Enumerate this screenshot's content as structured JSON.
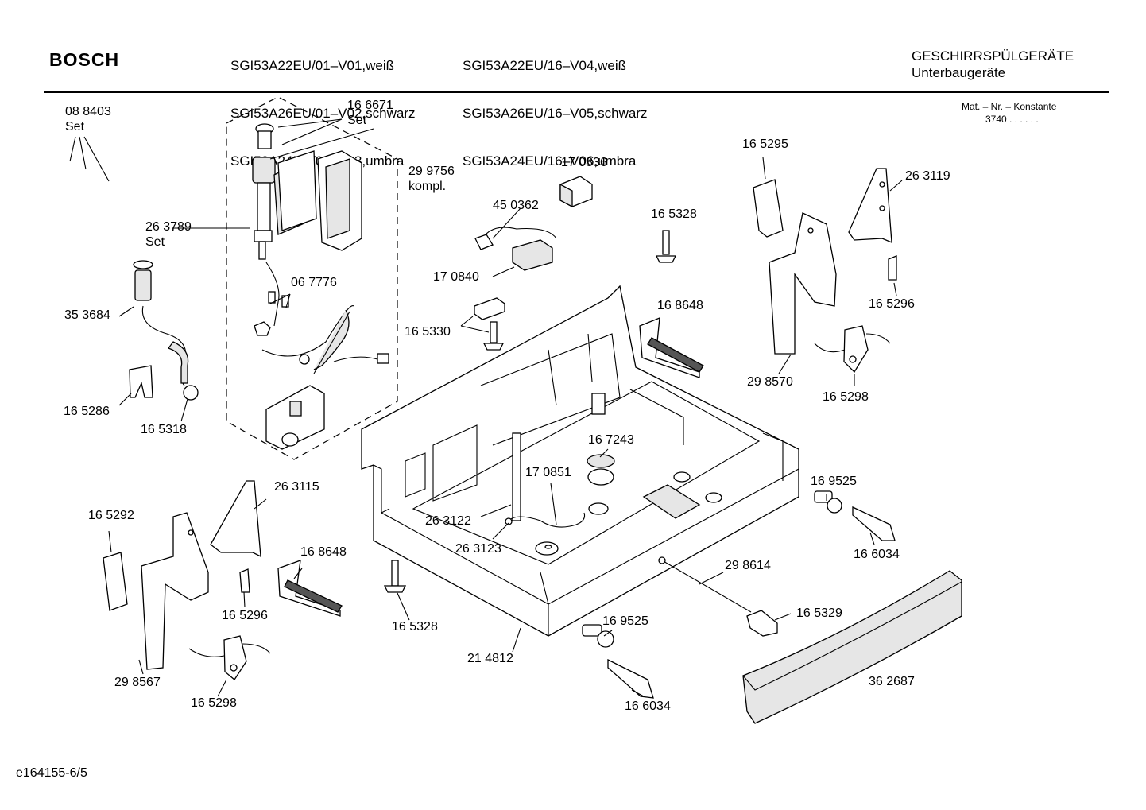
{
  "header": {
    "brand": "BOSCH",
    "models_left": [
      "SGI53A22EU/01–V01,weiß",
      "SGI53A26EU/01–V02,schwarz",
      "SGI53A24EU/01–V03,umbra"
    ],
    "models_right": [
      "SGI53A22EU/16–V04,weiß",
      "SGI53A26EU/16–V05,schwarz",
      "SGI53A24EU/16–V06,umbra"
    ],
    "category": "GESCHIRRSPÜLGERÄTE",
    "subcategory": "Unterbaugeräte",
    "mat_label": "Mat. – Nr. – Konstante",
    "mat_value": "3740  .  .  .  .  .  ."
  },
  "parts": [
    {
      "key": "p088403",
      "number": "08 8403",
      "note": "Set"
    },
    {
      "key": "p166671",
      "number": "16 6671",
      "note": "Set"
    },
    {
      "key": "p299756",
      "number": "29 9756",
      "note": "kompl."
    },
    {
      "key": "p263789",
      "number": "26 3789",
      "note": "Set"
    },
    {
      "key": "p353684",
      "number": "35 3684"
    },
    {
      "key": "p067776",
      "number": "06 7776"
    },
    {
      "key": "p165286",
      "number": "16 5286"
    },
    {
      "key": "p165318",
      "number": "16 5318"
    },
    {
      "key": "p170836",
      "number": "17 0836"
    },
    {
      "key": "p450362",
      "number": "45 0362"
    },
    {
      "key": "p170840",
      "number": "17 0840"
    },
    {
      "key": "p165328a",
      "number": "16 5328"
    },
    {
      "key": "p165330",
      "number": "16 5330"
    },
    {
      "key": "p168648a",
      "number": "16 8648"
    },
    {
      "key": "p165295",
      "number": "16 5295"
    },
    {
      "key": "p263119",
      "number": "26 3119"
    },
    {
      "key": "p165296a",
      "number": "16 5296"
    },
    {
      "key": "p298570",
      "number": "29 8570"
    },
    {
      "key": "p165298a",
      "number": "16 5298"
    },
    {
      "key": "p167243",
      "number": "16 7243"
    },
    {
      "key": "p170851",
      "number": "17 0851"
    },
    {
      "key": "p169525a",
      "number": "16 9525"
    },
    {
      "key": "p263115",
      "number": "26 3115"
    },
    {
      "key": "p165292",
      "number": "16 5292"
    },
    {
      "key": "p263122",
      "number": "26 3122"
    },
    {
      "key": "p263123",
      "number": "26 3123"
    },
    {
      "key": "p166034a",
      "number": "16 6034"
    },
    {
      "key": "p168648b",
      "number": "16 8648"
    },
    {
      "key": "p298614",
      "number": "29 8614"
    },
    {
      "key": "p165296b",
      "number": "16 5296"
    },
    {
      "key": "p165328b",
      "number": "16 5328"
    },
    {
      "key": "p165329",
      "number": "16 5329"
    },
    {
      "key": "p169525b",
      "number": "16 9525"
    },
    {
      "key": "p214812",
      "number": "21 4812"
    },
    {
      "key": "p298567",
      "number": "29 8567"
    },
    {
      "key": "p362687",
      "number": "36 2687"
    },
    {
      "key": "p165298b",
      "number": "16 5298"
    },
    {
      "key": "p166034b",
      "number": "16 6034"
    }
  ],
  "footer": {
    "code": "e164155-6/5"
  }
}
